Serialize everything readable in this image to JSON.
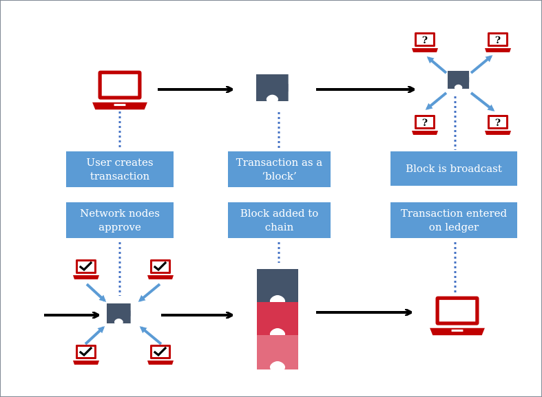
{
  "steps": {
    "user_creates": "User creates\ntransaction",
    "transaction_block": "Transaction as a\n‘block’",
    "block_broadcast": "Block is broadcast",
    "nodes_approve": "Network nodes\napprove",
    "block_added": "Block added to\nchain",
    "ledger_entry": "Transaction entered\non ledger"
  },
  "icons": {
    "laptop": "laptop-icon",
    "puzzle": "puzzle-piece-icon",
    "question": "question-laptop-icon",
    "check": "checkmark-laptop-icon"
  },
  "colors": {
    "box": "#5b9bd5",
    "laptop": "#c00000",
    "puzzle_dark": "#44546a",
    "puzzle_red": "#d6344d",
    "puzzle_pink": "#e36c7e",
    "arrow": "#000000",
    "small_arrow": "#5b9bd5",
    "dotted": "#4472c4"
  }
}
